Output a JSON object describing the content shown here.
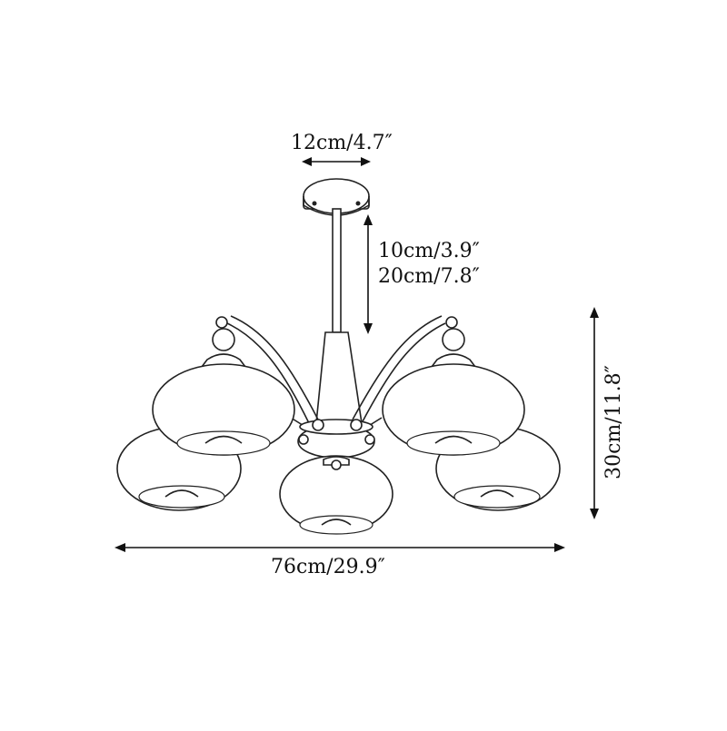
{
  "dimensions": {
    "canopy_width": "12cm/4.7″",
    "rod_length_short": "10cm/3.9″",
    "rod_length_long": "20cm/7.8″",
    "overall_height": "30cm/11.8″",
    "overall_width": "76cm/29.9″"
  },
  "colors": {
    "line": "#222222",
    "background": "#ffffff"
  }
}
